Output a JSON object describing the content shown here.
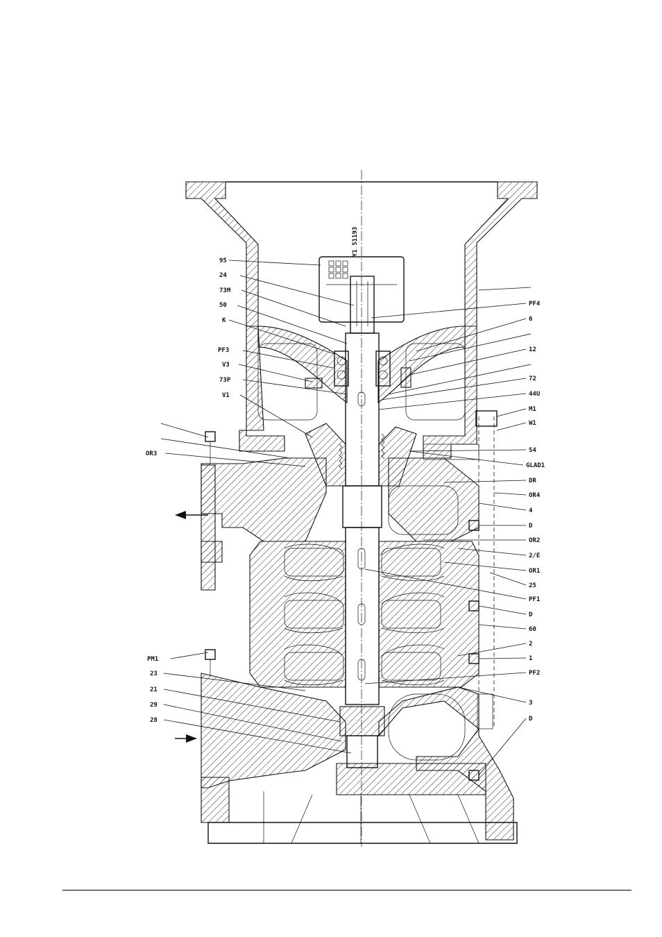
{
  "drawing_code": "Y1 51193",
  "labels_left": [
    {
      "id": "95",
      "text": "95"
    },
    {
      "id": "24",
      "text": "24"
    },
    {
      "id": "73M",
      "text": "73M"
    },
    {
      "id": "50",
      "text": "50"
    },
    {
      "id": "K",
      "text": "K"
    },
    {
      "id": "PF3",
      "text": "PF3"
    },
    {
      "id": "V3",
      "text": "V3"
    },
    {
      "id": "73P",
      "text": "73P"
    },
    {
      "id": "V1",
      "text": "V1"
    },
    {
      "id": "OR3",
      "text": "OR3"
    },
    {
      "id": "PM1",
      "text": "PM1"
    },
    {
      "id": "23",
      "text": "23"
    },
    {
      "id": "21",
      "text": "21"
    },
    {
      "id": "29",
      "text": "29"
    },
    {
      "id": "28",
      "text": "28"
    }
  ],
  "labels_right": [
    {
      "id": "PF4",
      "text": "PF4"
    },
    {
      "id": "6",
      "text": "6"
    },
    {
      "id": "12",
      "text": "12"
    },
    {
      "id": "72",
      "text": "72"
    },
    {
      "id": "44U",
      "text": "44U"
    },
    {
      "id": "M1",
      "text": "M1"
    },
    {
      "id": "W1",
      "text": "W1"
    },
    {
      "id": "S4",
      "text": "S4"
    },
    {
      "id": "GLAD1",
      "text": "GLAD1"
    },
    {
      "id": "DR",
      "text": "DR"
    },
    {
      "id": "OR4",
      "text": "OR4"
    },
    {
      "id": "4",
      "text": "4"
    },
    {
      "id": "D_1",
      "text": "D"
    },
    {
      "id": "OR2",
      "text": "OR2"
    },
    {
      "id": "2E",
      "text": "2/E"
    },
    {
      "id": "OR1",
      "text": "OR1"
    },
    {
      "id": "25",
      "text": "25"
    },
    {
      "id": "PF1",
      "text": "PF1"
    },
    {
      "id": "D_2",
      "text": "D"
    },
    {
      "id": "60",
      "text": "60"
    },
    {
      "id": "2",
      "text": "2"
    },
    {
      "id": "1",
      "text": "1"
    },
    {
      "id": "PF2",
      "text": "PF2"
    },
    {
      "id": "3",
      "text": "3"
    },
    {
      "id": "D_3",
      "text": "D"
    }
  ]
}
